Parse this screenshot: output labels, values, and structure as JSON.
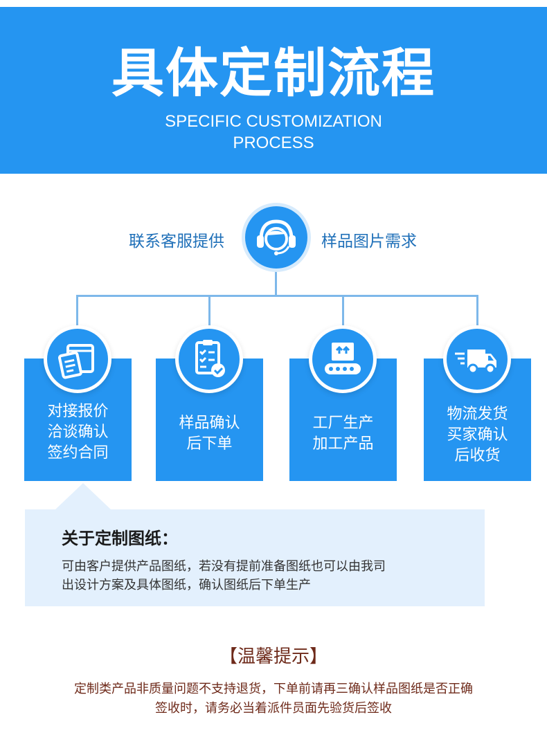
{
  "header": {
    "title": "具体定制流程",
    "subtitle_line1": "SPECIFIC CUSTOMIZATION",
    "subtitle_line2": "PROCESS"
  },
  "contact": {
    "left_label": "联系客服提供",
    "right_label": "样品图片需求",
    "icon": "customer-service-icon"
  },
  "steps": [
    {
      "icon": "package-documents-icon",
      "text": "对接报价\n洽谈确认\n签约合同"
    },
    {
      "icon": "clipboard-check-icon",
      "text": "样品确认\n后下单"
    },
    {
      "icon": "factory-conveyor-icon",
      "text": "工厂生产\n加工产品"
    },
    {
      "icon": "delivery-truck-icon",
      "text": "物流发货\n买家确认\n后收货"
    }
  ],
  "drawing_note": {
    "title": "关于定制图纸：",
    "body_line1": "可由客户提供产品图纸，若没有提前准备图纸也可以由我司",
    "body_line2": "出设计方案及具体图纸，确认图纸后下单生产"
  },
  "tips": {
    "title": "【温馨提示】",
    "line1": "定制类产品非质量问题不支持退货，下单前请再三确认样品图纸是否正确",
    "line2": "签收时，请务必当着派件员面先验货后签收"
  },
  "colors": {
    "primary": "#2595f1",
    "connector": "#7db8ea",
    "note_bg": "#e3f0fd",
    "tips_text": "#6e2a1a"
  }
}
